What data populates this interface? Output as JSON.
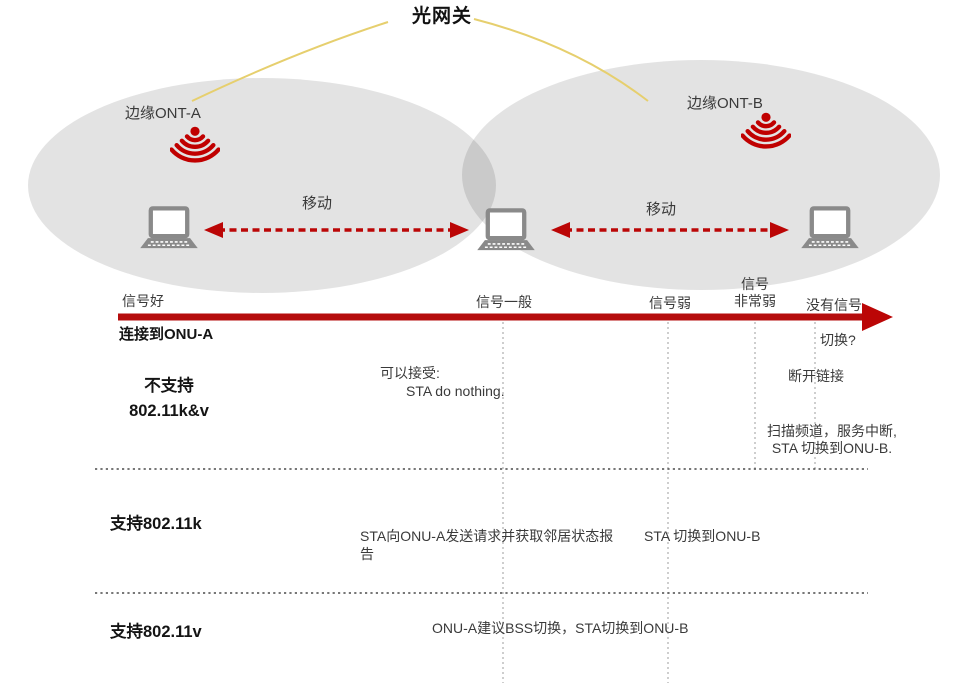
{
  "title": "光网关",
  "coverage": {
    "ont_a_label": "边缘ONT-A",
    "ont_b_label": "边缘ONT-B",
    "move_left": "移动",
    "move_right": "移动"
  },
  "axis": {
    "signal_good": "信号好",
    "signal_fair": "信号一般",
    "signal_weak": "信号弱",
    "signal_very_weak_l1": "信号",
    "signal_very_weak_l2": "非常弱",
    "signal_none": "没有信号",
    "connected_label": "连接到ONU-A",
    "handover_label": "切换?"
  },
  "rows": {
    "no_kv": {
      "title_l1": "不支持",
      "title_l2": "802.11k&v",
      "acceptable_l1": "可以接受:",
      "acceptable_l2": "STA do nothing.",
      "disconnect": "断开链接",
      "scan_l1": "扫描频道，服务中断,",
      "scan_l2": "STA 切换到ONU-B."
    },
    "k": {
      "title": "支持802.11k",
      "request_l1": "STA向ONU-A发送请求并获取邻居状态报",
      "request_l2": "告",
      "switch": "STA 切换到ONU-B"
    },
    "v": {
      "title": "支持802.11v",
      "suggest": "ONU-A建议BSS切换，STA切换到ONU-B"
    }
  },
  "colors": {
    "accent_red": "#b50d0d",
    "wifi_red": "#c00000",
    "coverage_gray": "#e3e3e3",
    "link_yellow": "#e6cf6e",
    "laptop_gray": "#8a8a8a"
  }
}
